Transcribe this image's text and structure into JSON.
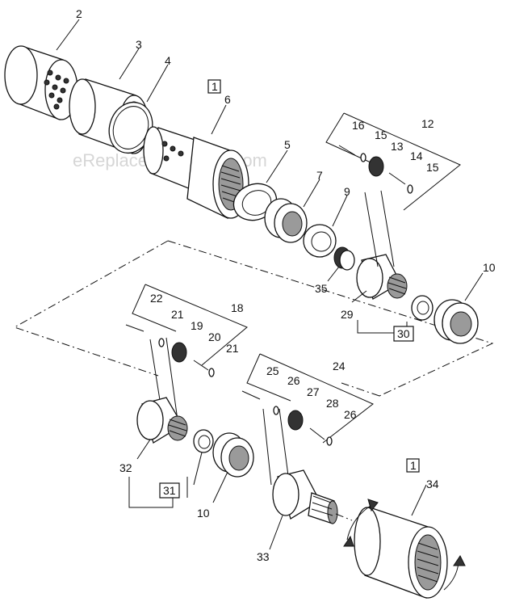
{
  "watermark": "eReplacementParts.com",
  "callouts": {
    "c2": "2",
    "c3": "3",
    "c4": "4",
    "c6": "6",
    "c5": "5",
    "c7": "7",
    "c9": "9",
    "c12": "12",
    "c16": "16",
    "c15a": "15",
    "c13": "13",
    "c14": "14",
    "c15b": "15",
    "c10a": "10",
    "c35": "35",
    "c29": "29",
    "c30": "30",
    "c18": "18",
    "c22": "22",
    "c21a": "21",
    "c19": "19",
    "c20": "20",
    "c21b": "21",
    "c24": "24",
    "c25": "25",
    "c26a": "26",
    "c27": "27",
    "c28": "28",
    "c26b": "26",
    "c32": "32",
    "c31": "31",
    "c10b": "10",
    "c33": "33",
    "c34": "34"
  },
  "boxed_refs": {
    "b1a": "1",
    "b1b": "1"
  }
}
